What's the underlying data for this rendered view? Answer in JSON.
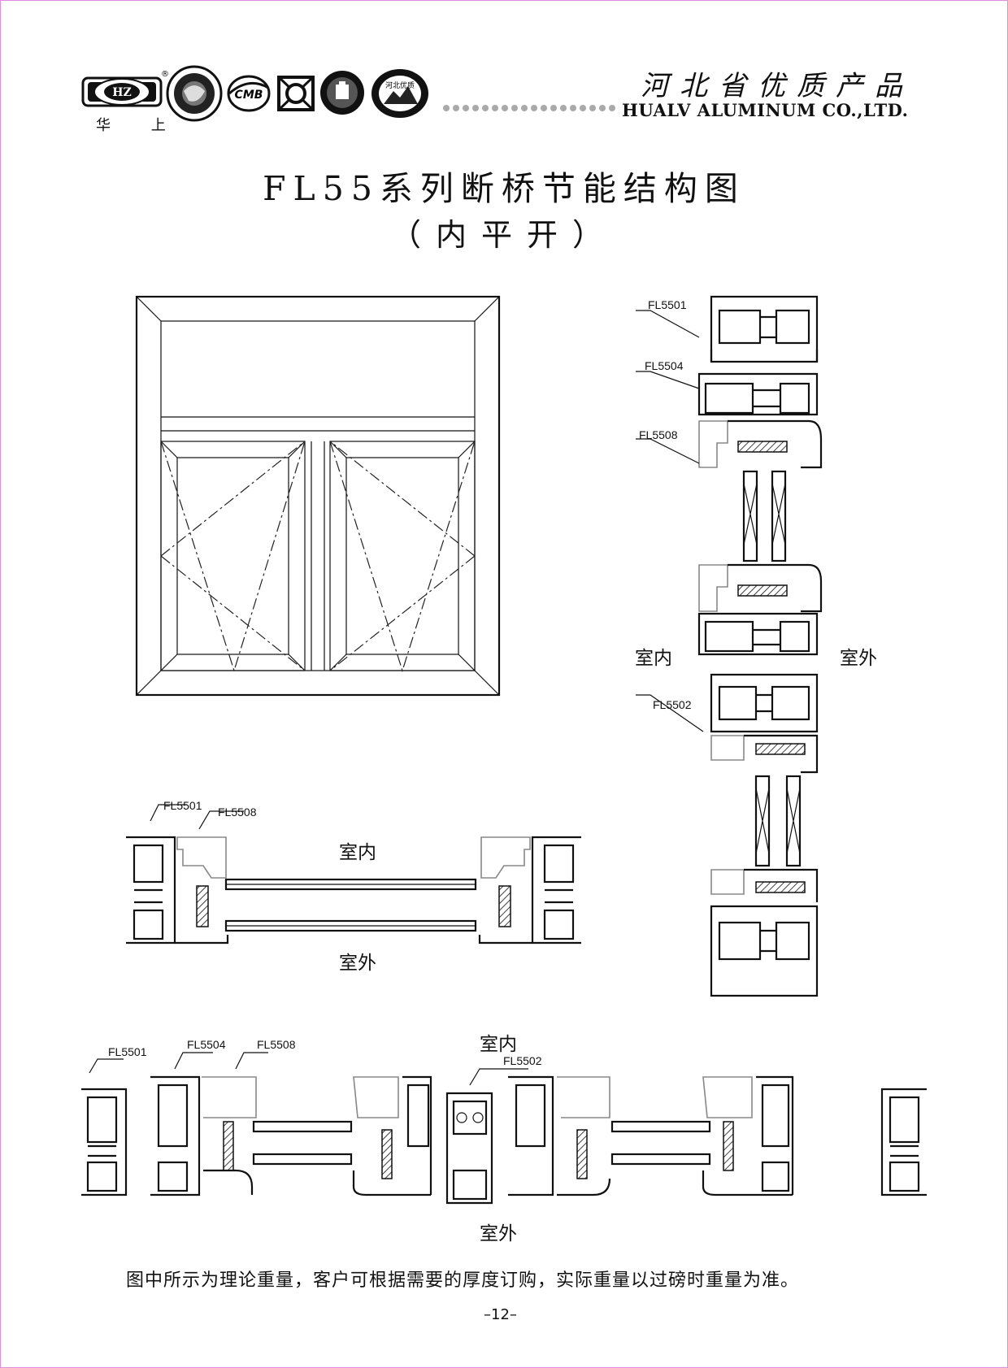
{
  "header": {
    "brand_label": "华 上",
    "slogan": "河北省优质产品",
    "company": "HUALV ALUMINUM CO.,LTD.",
    "emblems": [
      "brand-logo",
      "quality-seal",
      "cmb-logo",
      "certification-mark",
      "award-badge",
      "hebei-quality-seal"
    ]
  },
  "title": "FL55系列断桥节能结构图",
  "subtitle": "（内平开）",
  "vertical_section": {
    "labels": [
      "FL5501",
      "FL5504",
      "FL5508",
      "FL5502"
    ],
    "indoor": "室内",
    "outdoor": "室外"
  },
  "horizontal_section_small": {
    "labels": [
      "FL5501",
      "FL5508"
    ],
    "indoor": "室内",
    "outdoor": "室外"
  },
  "horizontal_section_large": {
    "labels": [
      "FL5501",
      "FL5504",
      "FL5508",
      "FL5502"
    ],
    "indoor": "室内",
    "outdoor": "室外"
  },
  "footer": {
    "note": "图中所示为理论重量，客户可根据需要的厚度订购，实际重量以过磅时重量为准。",
    "page_number": "–12–"
  }
}
